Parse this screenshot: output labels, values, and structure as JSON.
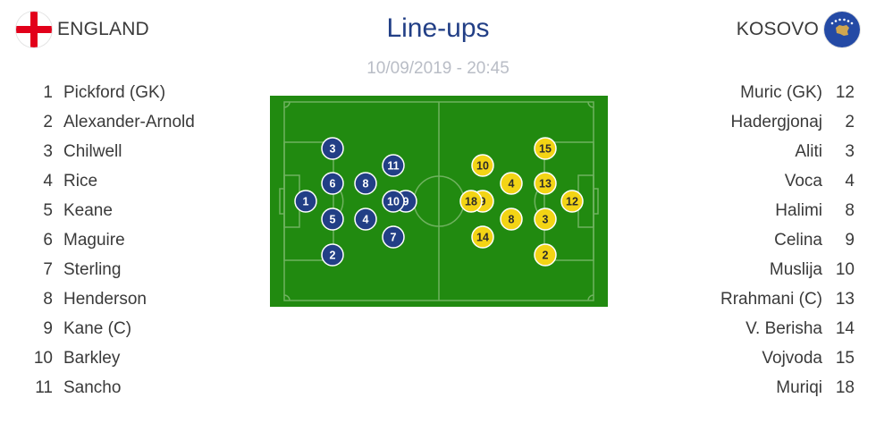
{
  "header": {
    "title": "Line-ups",
    "datetime": "10/09/2019 - 20:45"
  },
  "home": {
    "name": "ENGLAND",
    "flag_icon": "england-flag-icon",
    "color": "#223f86",
    "players": [
      {
        "num": "1",
        "name": "Pickford (GK)"
      },
      {
        "num": "2",
        "name": "Alexander-Arnold"
      },
      {
        "num": "3",
        "name": "Chilwell"
      },
      {
        "num": "4",
        "name": "Rice"
      },
      {
        "num": "5",
        "name": "Keane"
      },
      {
        "num": "6",
        "name": "Maguire"
      },
      {
        "num": "7",
        "name": "Sterling"
      },
      {
        "num": "8",
        "name": "Henderson"
      },
      {
        "num": "9",
        "name": "Kane (C)"
      },
      {
        "num": "10",
        "name": "Barkley"
      },
      {
        "num": "11",
        "name": "Sancho"
      }
    ]
  },
  "away": {
    "name": "KOSOVO",
    "flag_icon": "kosovo-flag-icon",
    "color": "#f3d415",
    "players": [
      {
        "num": "12",
        "name": "Muric (GK)"
      },
      {
        "num": "2",
        "name": "Hadergjonaj"
      },
      {
        "num": "3",
        "name": "Aliti"
      },
      {
        "num": "4",
        "name": "Voca"
      },
      {
        "num": "8",
        "name": "Halimi"
      },
      {
        "num": "9",
        "name": "Celina"
      },
      {
        "num": "10",
        "name": "Muslija"
      },
      {
        "num": "13",
        "name": "Rrahmani (C)"
      },
      {
        "num": "14",
        "name": "V. Berisha"
      },
      {
        "num": "15",
        "name": "Vojvoda"
      },
      {
        "num": "18",
        "name": "Muriqi"
      }
    ]
  },
  "pitch": {
    "grass_color": "#218a10",
    "line_color": "#6fb25f",
    "home_markers": [
      "1",
      "3",
      "6",
      "5",
      "2",
      "8",
      "4",
      "11",
      "10",
      "7",
      "9"
    ],
    "away_markers": [
      "15",
      "13",
      "3",
      "2",
      "12",
      "4",
      "8",
      "10",
      "14",
      "9",
      "18"
    ]
  }
}
